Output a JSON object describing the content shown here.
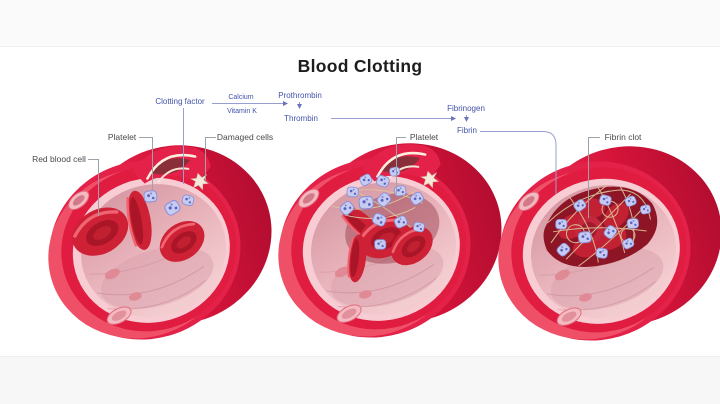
{
  "title": "Blood Clotting",
  "flowchart": {
    "clotting_factor": "Clotting factor",
    "calcium": "Calcium",
    "vitamin_k": "Vitamin K",
    "prothrombin": "Prothrombin",
    "thrombin": "Thrombin",
    "fibrinogen": "Fibrinogen",
    "fibrin": "Fibrin"
  },
  "part_labels": {
    "red_blood_cell": "Red blood cell",
    "platelet_left": "Platelet",
    "damaged_cells": "Damaged cells",
    "platelet_middle": "Platelet",
    "fibrin_clot": "Fibrin clot"
  },
  "colors": {
    "vessel_red": "#e42148",
    "vessel_dark_red": "#b30d30",
    "inner_rim_pink": "#f8ccd3",
    "lumen_pink": "#e8b2ba",
    "rbc_red": "#ce2136",
    "platelet_lilac": "#c6cbef",
    "fibrin_tan": "#d9c096",
    "flow_label_blue": "#4353a8",
    "part_label_gray": "#4a4a4a",
    "title_color": "#1d1d1d"
  }
}
